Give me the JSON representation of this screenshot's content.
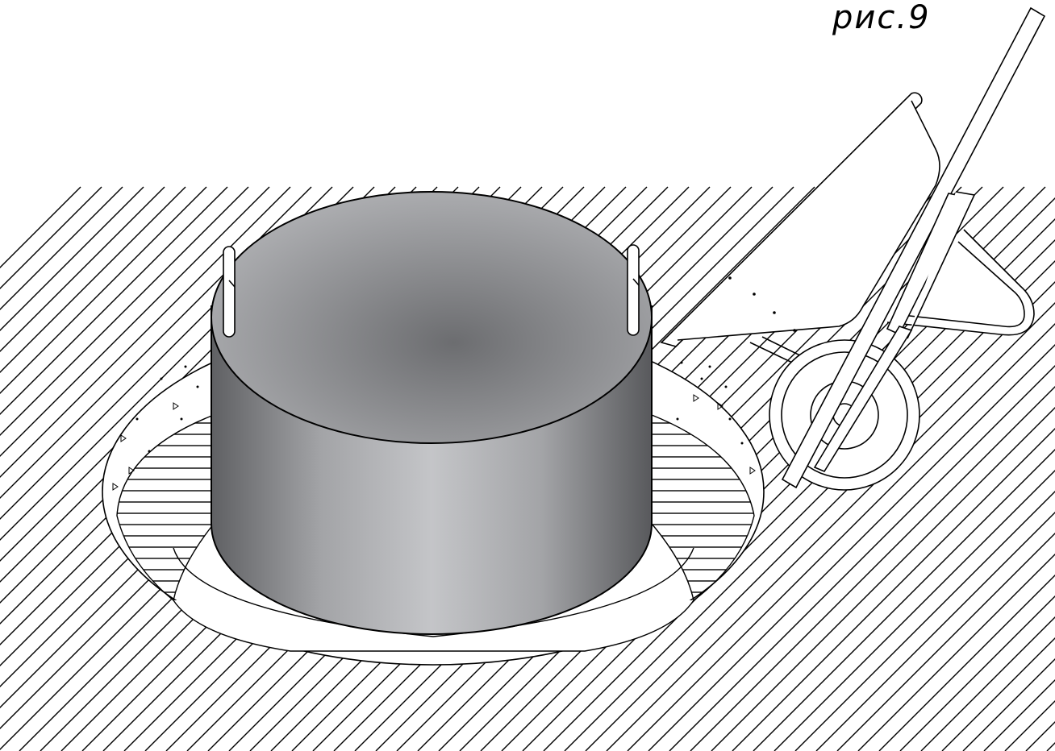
{
  "figure": {
    "caption": "рис.9",
    "colors": {
      "line": "#000000",
      "background": "#ffffff",
      "cylinder_dark": "#5f6063",
      "cylinder_light": "#c4c5c8",
      "top_dark": "#6c6d70",
      "top_light": "#b5b6b9"
    },
    "parts": {
      "ring": "concrete-ring",
      "soil": "soil-hatching",
      "fill": "concrete-backfill",
      "gravel": "gravel-layer",
      "wheelbarrow": "wheelbarrow",
      "lifting_loops": "lifting-loops"
    }
  }
}
